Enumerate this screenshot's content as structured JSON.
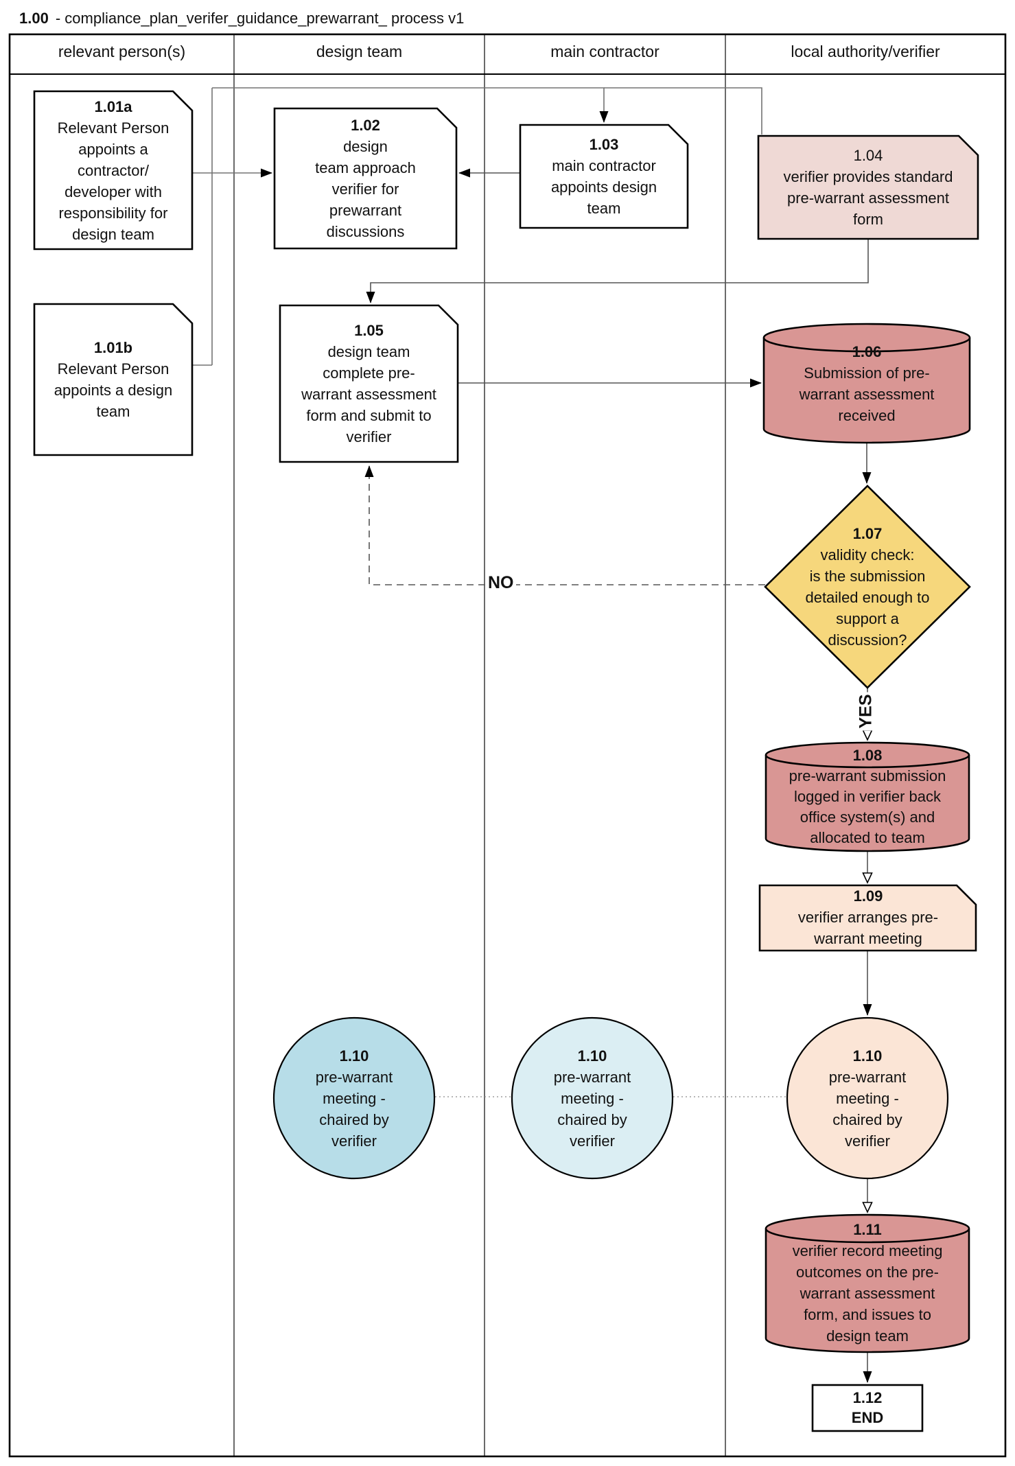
{
  "title": {
    "code": "1.00",
    "text": "- compliance_plan_verifer_guidance_prewarrant_ process v1"
  },
  "lanes": [
    {
      "label": "relevant person(s)"
    },
    {
      "label": "design team"
    },
    {
      "label": "main contractor"
    },
    {
      "label": "local authority/verifier"
    }
  ],
  "nodes": {
    "n101a": {
      "code": "1.01a",
      "text": "Relevant Person\nappoints a\ncontractor/\ndeveloper with\nresponsibility for\ndesign team"
    },
    "n101b": {
      "code": "1.01b",
      "text": "Relevant Person\nappoints a design\nteam"
    },
    "n102": {
      "code": "1.02",
      "text": "design\nteam approach\nverifier for\nprewarrant\ndiscussions"
    },
    "n103": {
      "code": "1.03",
      "text": "main contractor\nappoints design\nteam"
    },
    "n104": {
      "code": "1.04",
      "text": "verifier provides standard\npre-warrant assessment\nform"
    },
    "n105": {
      "code": "1.05",
      "text": "design team\ncomplete pre-\nwarrant assessment\nform and submit to\nverifier"
    },
    "n106": {
      "code": "1.06",
      "text": "Submission of pre-\nwarrant assessment\nreceived"
    },
    "n107": {
      "code": "1.07",
      "text": "validity check:\nis the submission\ndetailed enough to\nsupport a\ndiscussion?"
    },
    "n108": {
      "code": "1.08",
      "text": "pre-warrant submission\nlogged in verifier back\noffice system(s) and\nallocated to team"
    },
    "n109": {
      "code": "1.09",
      "text": "verifier arranges pre-\nwarrant meeting"
    },
    "n110a": {
      "code": "1.10",
      "text": "pre-warrant\nmeeting -\nchaired by\nverifier"
    },
    "n110b": {
      "code": "1.10",
      "text": "pre-warrant\nmeeting -\nchaired by\nverifier"
    },
    "n110c": {
      "code": "1.10",
      "text": "pre-warrant\nmeeting -\nchaired by\nverifier"
    },
    "n111": {
      "code": "1.11",
      "text": "verifier record meeting\noutcomes on the pre-\nwarrant assessment\nform, and issues to\ndesign team"
    },
    "n112": {
      "code": "1.12",
      "text": "END"
    }
  },
  "labels": {
    "no": "NO",
    "yes": "YES"
  },
  "colors": {
    "cylinder": "#D99694",
    "decision": "#F6D77C",
    "pink": "#EFD9D5",
    "peach": "#FBE5D6",
    "blue": "#B7DDE8",
    "blue_light": "#DBEEF3",
    "white": "#FFFFFF"
  }
}
